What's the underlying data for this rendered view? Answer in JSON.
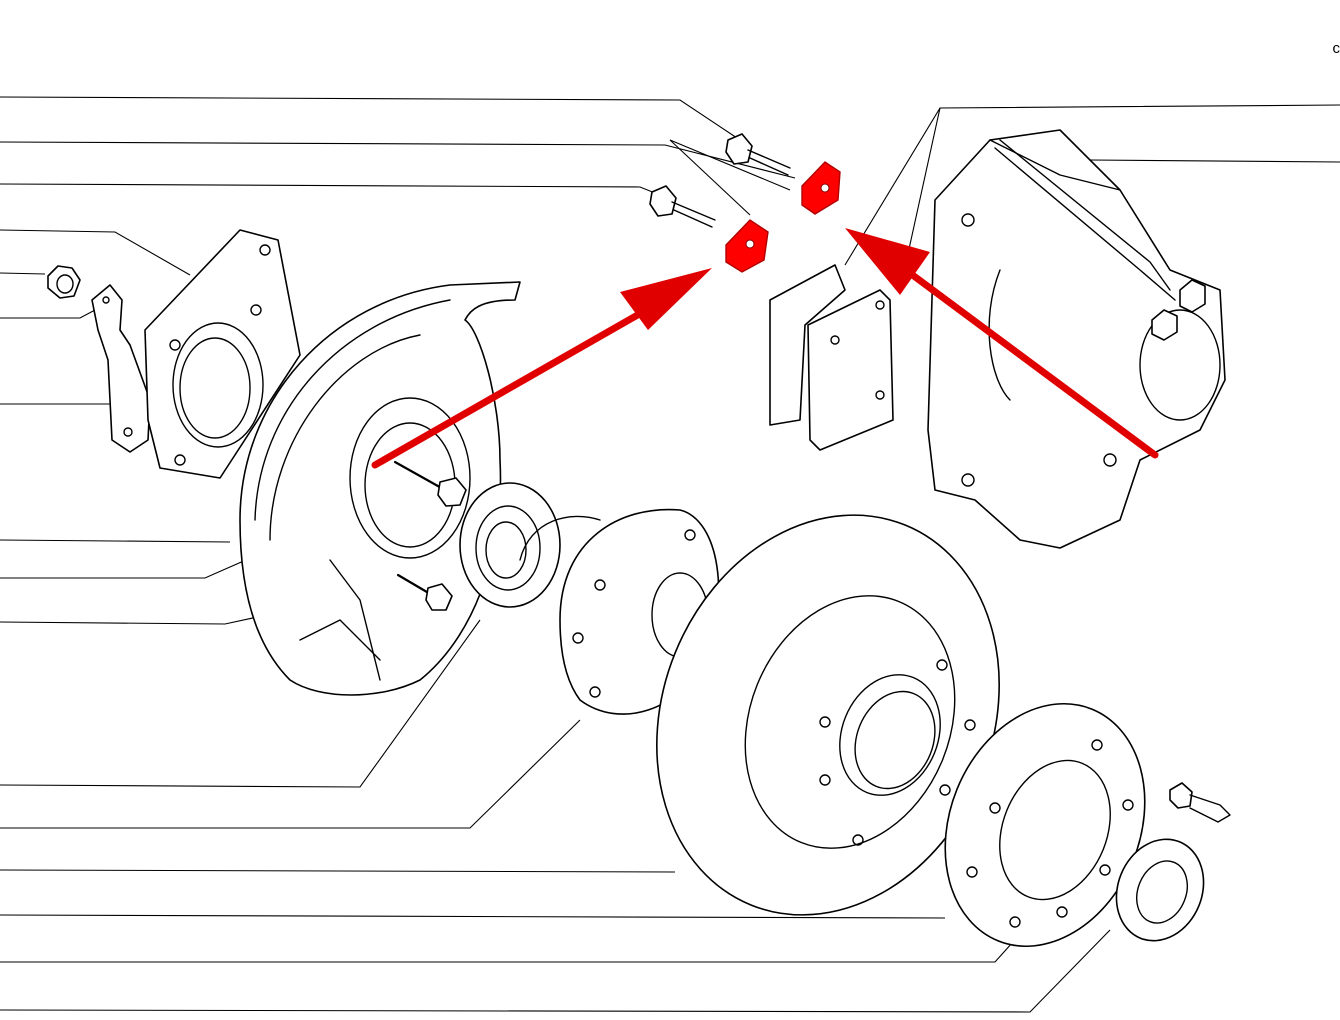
{
  "diagram": {
    "corner_label": "c",
    "highlight_color": "#ff0000",
    "arrow_color": "#e10000",
    "line_color": "#000000",
    "parts": [
      "lock-nut",
      "lock-plate",
      "splash-shield-bracket",
      "brake-disc-shield",
      "bracket-bolt",
      "hub-bearing-inner",
      "wheel-hub",
      "brake-disc",
      "hub-flange-ring",
      "wheel-stud",
      "hub-bearing-outer",
      "brake-pads",
      "brake-caliper",
      "caliper-bolt",
      "caliper-shim-highlighted"
    ]
  }
}
